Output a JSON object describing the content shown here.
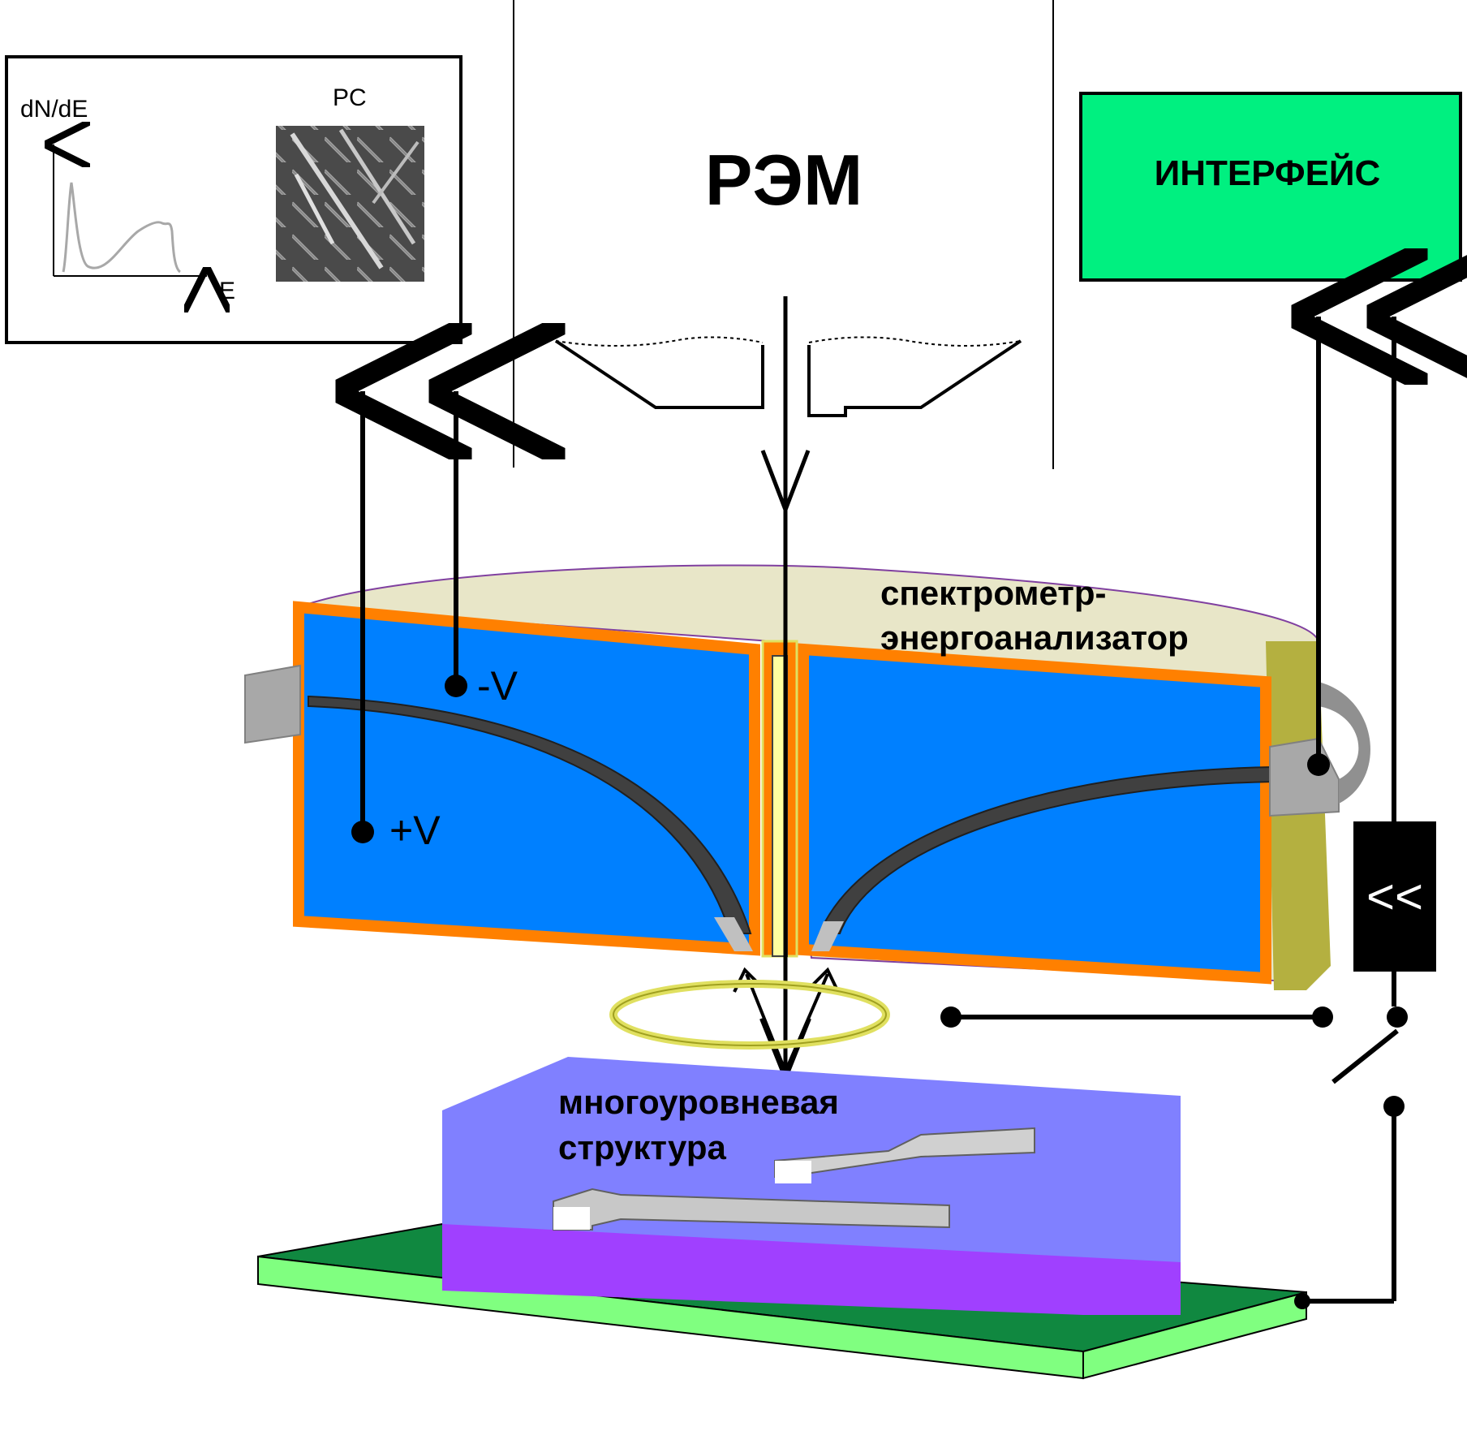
{
  "labels": {
    "rem": "РЭМ",
    "interface": "ИНТЕРФЕЙС",
    "spectrometer_line1": "спектрометр-",
    "spectrometer_line2": "энергоанализатор",
    "structure_line1": "многоуровневая",
    "structure_line2": "структура",
    "minus_v": "-V",
    "plus_v": "+V",
    "amplifier": "<<",
    "plot_ylabel": "dN/dE",
    "plot_xlabel": "E",
    "pc_label": "PC"
  },
  "colors": {
    "interface_fill": "#00f080",
    "analyzer_blue": "#0080ff",
    "analyzer_frame": "#ff8000",
    "analyzer_top": "#e8e6c8",
    "analyzer_side": "#b4b040",
    "sample_block": "#8080ff",
    "sample_bottom": "#a040ff",
    "substrate_top": "#108840",
    "substrate_edge": "#80ff80",
    "collector_ring": "#e0e060",
    "amplifier_box": "#000000"
  }
}
